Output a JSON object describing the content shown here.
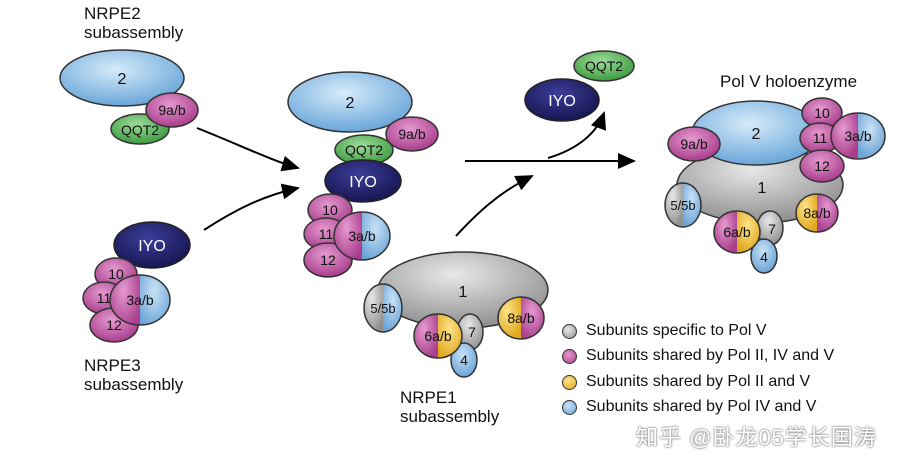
{
  "labels": {
    "nrpe2_line1": "NRPE2",
    "nrpe2_line2": "subassembly",
    "nrpe3_line1": "NRPE3",
    "nrpe3_line2": "subassembly",
    "nrpe1_line1": "NRPE1",
    "nrpe1_line2": "subassembly",
    "holoenzyme": "Pol V holoenzyme"
  },
  "subunits": {
    "s1": "1",
    "s2": "2",
    "s4": "4",
    "s7": "7",
    "s10": "10",
    "s11": "11",
    "s12": "12",
    "s3ab": "3a/b",
    "s9ab": "9a/b",
    "s8ab": "8a/b",
    "s6ab": "6a/b",
    "s55b": "5/5b",
    "iyo": "IYO",
    "qqt2": "QQT2"
  },
  "legend": [
    {
      "label": "Subunits specific to Pol V",
      "color": "#b5b5b5"
    },
    {
      "label": "Subunits shared by Pol II, IV and V",
      "color": "#c25aa6"
    },
    {
      "label": "Subunits shared by Pol II and V",
      "color": "#f4c542"
    },
    {
      "label": "Subunits shared by Pol IV and V",
      "color": "#7fb4e0"
    }
  ],
  "watermark": "知乎 @卧龙05学长国涛",
  "colors": {
    "blue": "#8ec0ea",
    "magenta": "#c25aa6",
    "green": "#5bb85b",
    "navy": "#23236e",
    "grey": "#b0b0b0",
    "yellow": "#f4c542"
  }
}
